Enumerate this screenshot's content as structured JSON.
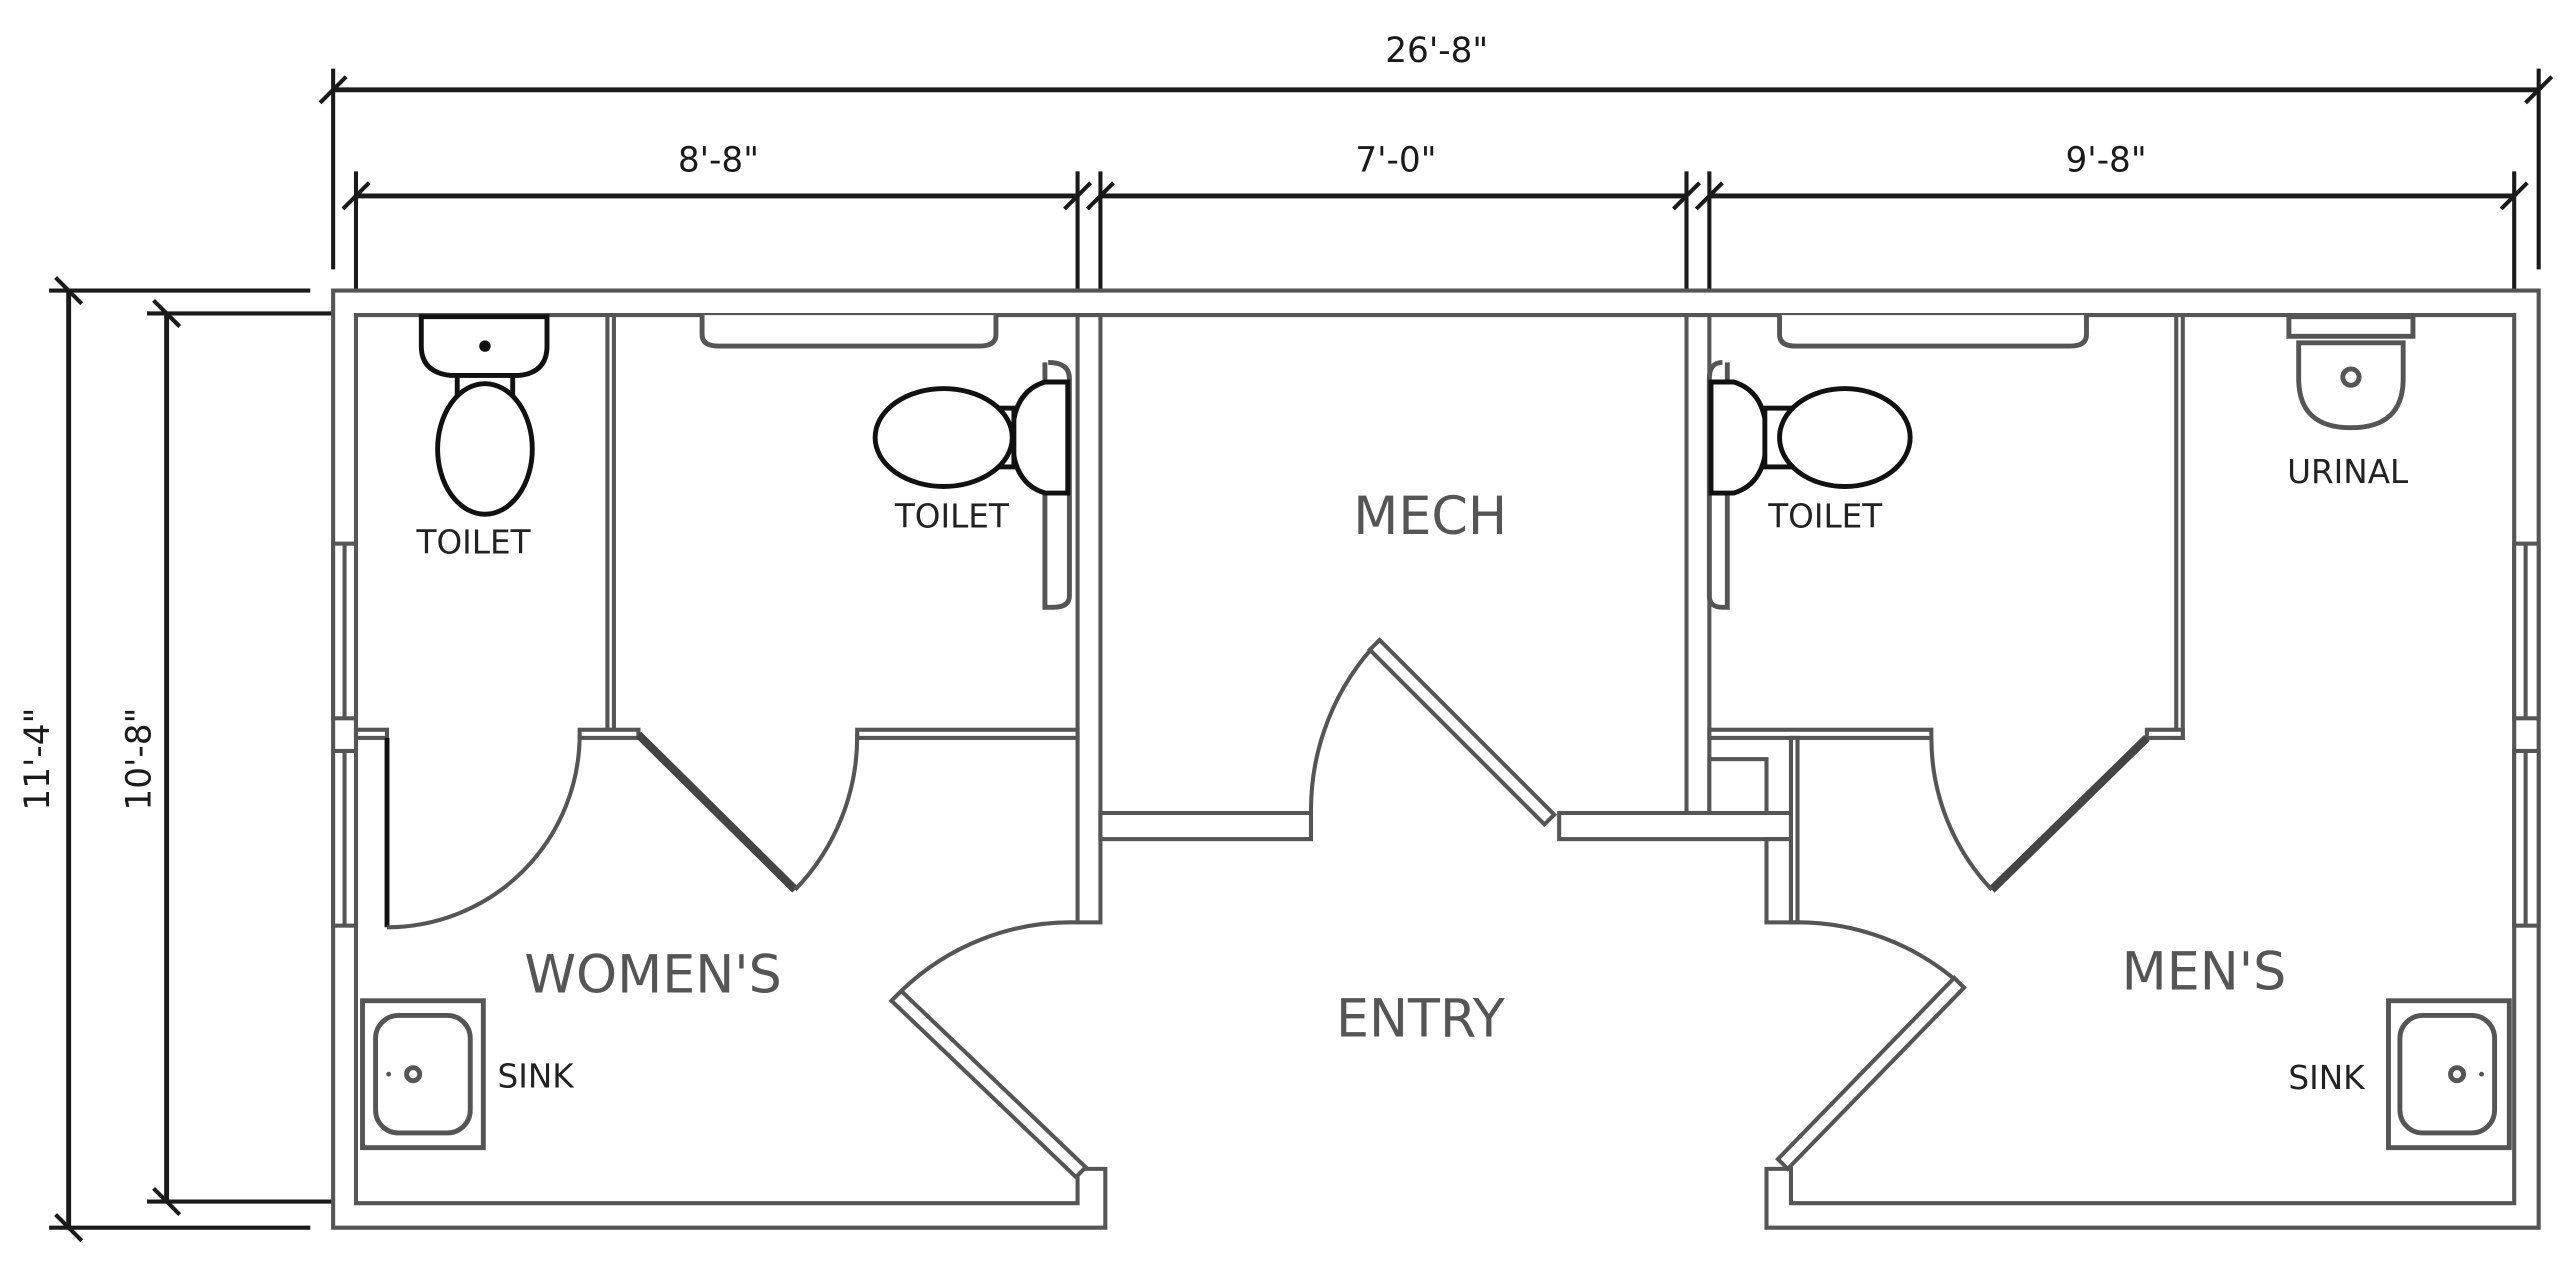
{
  "dimensions": {
    "overall_width": "26'-8\"",
    "womens_width": "8'-8\"",
    "mech_width": "7'-0\"",
    "mens_width": "9'-8\"",
    "overall_depth": "11'-4\"",
    "interior_depth": "10'-8\""
  },
  "rooms": {
    "womens": "WOMEN'S",
    "mech": "MECH",
    "entry": "ENTRY",
    "mens": "MEN'S"
  },
  "fixtures": {
    "womens_toilet_1": "TOILET",
    "womens_toilet_2": "TOILET",
    "mens_toilet": "TOILET",
    "urinal": "URINAL",
    "womens_sink": "SINK",
    "mens_sink": "SINK"
  },
  "colors": {
    "dimension_lines": "#1a1a1a",
    "walls": "#555555",
    "fixtures": "#111111"
  }
}
